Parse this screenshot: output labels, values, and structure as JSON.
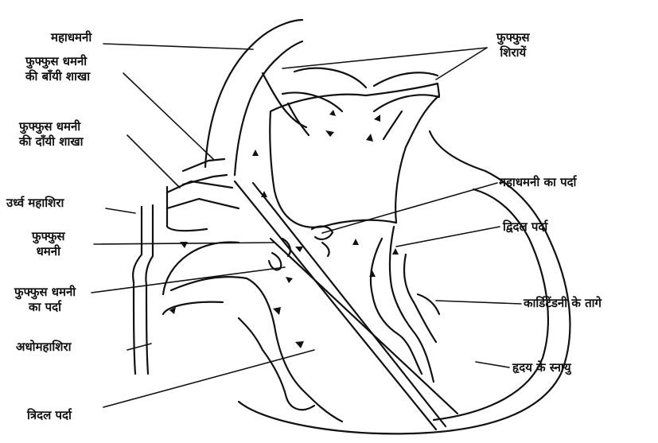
{
  "labels": {
    "aorta": "महाधमनी",
    "pulmonary_artery_left_branch": [
      "फुफ्फुस धमनी",
      "की बाँयी शाखा"
    ],
    "pulmonary_artery_right_branch": [
      "फुफ्फुस धमनी",
      "की दाँयी शाखा"
    ],
    "superior_vena_cava": "उर्ध्व महाशिरा",
    "pulmonary_artery": [
      "फुफ्फुस",
      "धमनी"
    ],
    "pulmonary_valve": [
      "फुफ्फुस धमनी",
      "का पर्दा"
    ],
    "inferior_vena_cava": "अधोमहाशिरा",
    "tricuspid_valve": "त्रिदल पर्दा",
    "pulmonary_veins": [
      "फुफ्फुस",
      "शिरायें"
    ],
    "aortic_valve": "महाधमनी का पर्दा",
    "bicuspid_valve": "द्विदल पर्दा",
    "chordae_tendineae": "कार्डिटेंडनी के तागे",
    "heart_muscle": "हृदय के स्नायु"
  },
  "colors": {
    "ink": "#111111",
    "background": "#ffffff"
  }
}
